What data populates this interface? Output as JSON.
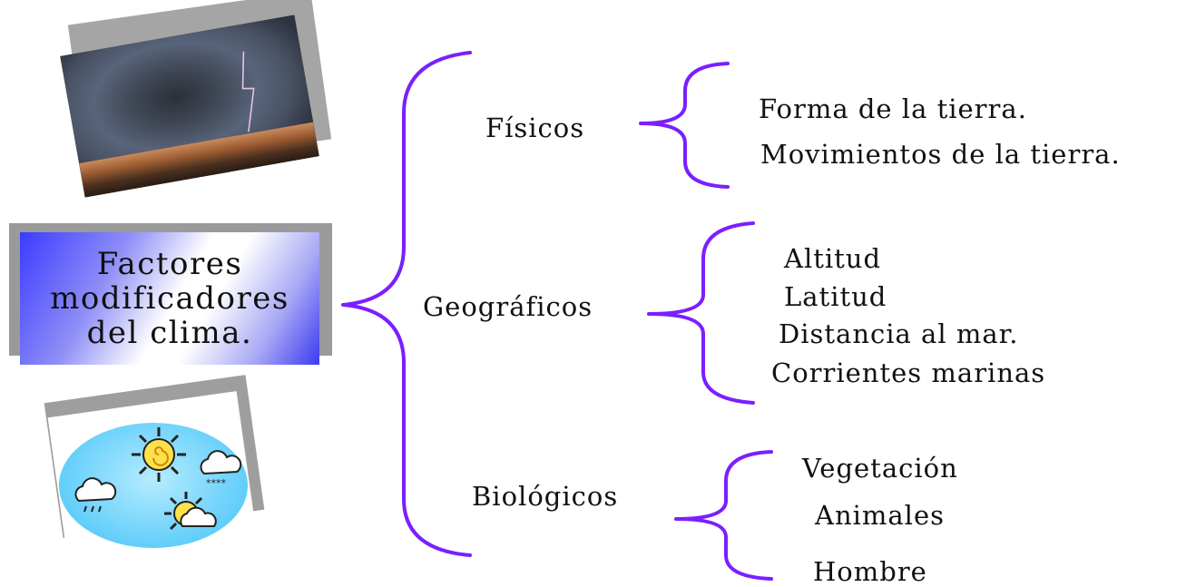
{
  "title": "Factores\nmodificadores\ndel clima.",
  "categories": [
    {
      "label": "Físicos",
      "items": [
        "Forma de la tierra.",
        "Movimientos de la tierra."
      ]
    },
    {
      "label": "Geográficos",
      "items": [
        "Altitud",
        "Latitud",
        "Distancia al mar.",
        "Corrientes marinas"
      ]
    },
    {
      "label": "Biológicos",
      "items": [
        "Vegetación",
        "Animales",
        "Hombre"
      ]
    }
  ],
  "colors": {
    "brace": "#7a1fff",
    "title_gradient_edge": "#3b3bff",
    "sky": "#6ed2fb"
  },
  "icons": [
    "storm-photo",
    "sun-icon",
    "cloud-rain-icon",
    "cloud-snow-icon",
    "sun-cloud-icon"
  ]
}
